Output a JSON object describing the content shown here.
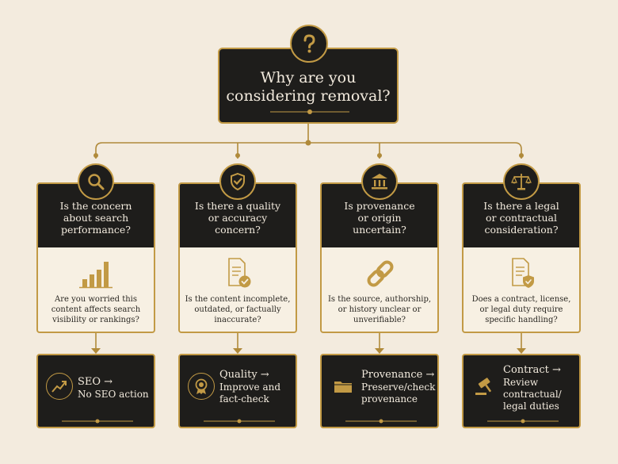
{
  "colors": {
    "background": "#f3ebde",
    "panel": "#1e1d1b",
    "accent_gold": "#c29a45",
    "light_text": "#f3ebde",
    "dark_text": "#2a2722"
  },
  "root": {
    "icon": "question-mark-icon",
    "question": "Why are you\nconsidering removal?"
  },
  "columns": [
    {
      "badge_icon": "magnifier-icon",
      "question": "Is the concern\nabout search\nperformance?",
      "detail_icon": "bar-chart-icon",
      "detail": "Are you worried this\ncontent affects search\nvisibility or rankings?",
      "outcome": {
        "icon": "trend-up-icon",
        "title": "SEO →",
        "action": "No SEO action"
      }
    },
    {
      "badge_icon": "shield-check-icon",
      "question": "Is there a quality\nor accuracy\nconcern?",
      "detail_icon": "document-check-icon",
      "detail": "Is the content incomplete,\noutdated, or factually\ninaccurate?",
      "outcome": {
        "icon": "award-ribbon-icon",
        "title": "Quality →",
        "action": "Improve and\nfact-check"
      }
    },
    {
      "badge_icon": "institution-icon",
      "question": "Is provenance\nor origin\nuncertain?",
      "detail_icon": "chain-link-icon",
      "detail": "Is the source, authorship,\nor history unclear or\nunverifiable?",
      "outcome": {
        "icon": "folder-icon",
        "title": "Provenance →",
        "action": "Preserve/check\nprovenance"
      }
    },
    {
      "badge_icon": "scales-icon",
      "question": "Is there a legal\nor contractual\nconsideration?",
      "detail_icon": "document-shield-icon",
      "detail": "Does a contract, license,\nor legal duty require\nspecific handling?",
      "outcome": {
        "icon": "gavel-icon",
        "title": "Contract →",
        "action": "Review\ncontractual/\nlegal duties"
      }
    }
  ]
}
